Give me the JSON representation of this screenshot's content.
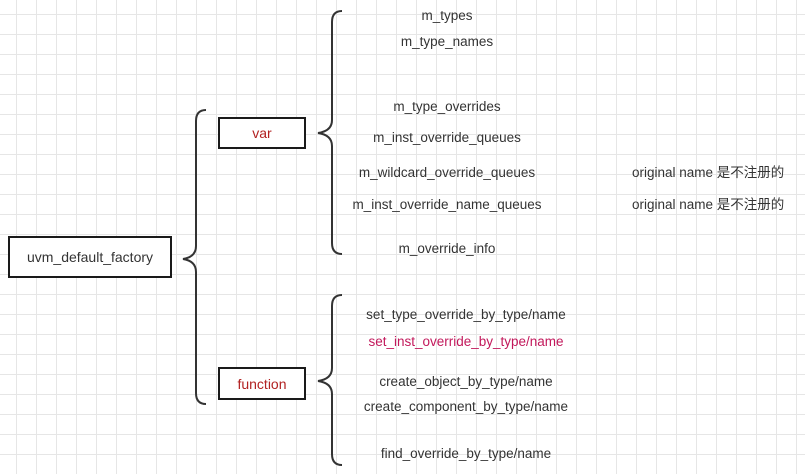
{
  "root": {
    "label": "uvm_default_factory"
  },
  "groups": {
    "var": {
      "label": "var",
      "color": "#b22222"
    },
    "function": {
      "label": "function",
      "color": "#b22222"
    }
  },
  "var_items": [
    {
      "label": "m_types"
    },
    {
      "label": "m_type_names"
    },
    {
      "label": "m_type_overrides"
    },
    {
      "label": "m_inst_override_queues"
    },
    {
      "label": "m_wildcard_override_queues",
      "note": "original name 是不注册的"
    },
    {
      "label": "m_inst_override_name_queues",
      "note": "original name 是不注册的"
    },
    {
      "label": "m_override_info"
    }
  ],
  "function_items": [
    {
      "label": "set_type_override_by_type/name"
    },
    {
      "label": "set_inst_override_by_type/name",
      "color": "#c2185b"
    },
    {
      "label": "create_object_by_type/name"
    },
    {
      "label": "create_component_by_type/name"
    },
    {
      "label": "find_override_by_type/name"
    }
  ],
  "colors": {
    "line": "#333333",
    "highlight": "#c2185b"
  }
}
